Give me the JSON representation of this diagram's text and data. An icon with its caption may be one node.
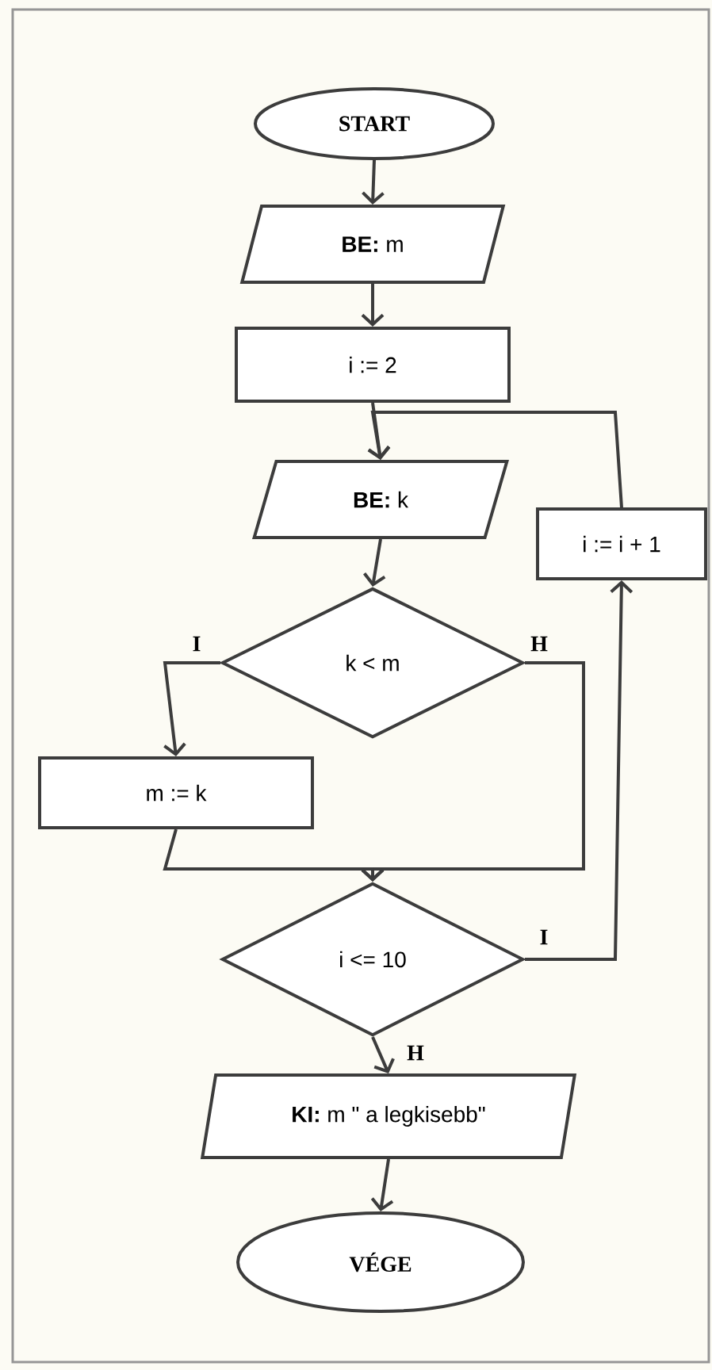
{
  "diagram": {
    "nodes": [
      {
        "text": [
          "START"
        ]
      },
      {
        "text": [
          "**BE:** m"
        ]
      },
      {
        "text": [
          "i := 2"
        ]
      },
      {
        "text": [
          "**BE:** k"
        ]
      },
      {
        "text": [
          "k < m"
        ]
      },
      {
        "text": [
          "m := k"
        ]
      },
      {
        "text": [
          "i <= 10"
        ]
      },
      {
        "text": [
          "i := i + 1"
        ]
      },
      {
        "text": [
          "**KI:** m  \" a legkisebb\""
        ]
      },
      {
        "text": [
          "VÉGE"
        ]
      }
    ],
    "edges": [
      {
        "from": 0,
        "to": 1,
        "arrow": "to"
      },
      {
        "from": 1,
        "to": 2,
        "arrow": "to"
      },
      {
        "from": 2,
        "to": 3,
        "arrow": "to"
      },
      {
        "from": 3,
        "to": 4,
        "arrow": "to"
      },
      {
        "from": 4,
        "to": 5,
        "arrow": "to",
        "label": "I"
      },
      {
        "from": 4,
        "to": 6,
        "arrow": "to",
        "label": "H"
      },
      {
        "from": 5,
        "to": 6,
        "arrow": "to"
      },
      {
        "from": 6,
        "to": 7,
        "arrow": "to",
        "label": "I"
      },
      {
        "from": 7,
        "to": 3,
        "arrow": "to"
      },
      {
        "from": 6,
        "to": 8,
        "arrow": "to",
        "label": "H"
      },
      {
        "from": 8,
        "to": 9,
        "arrow": "to"
      }
    ]
  }
}
